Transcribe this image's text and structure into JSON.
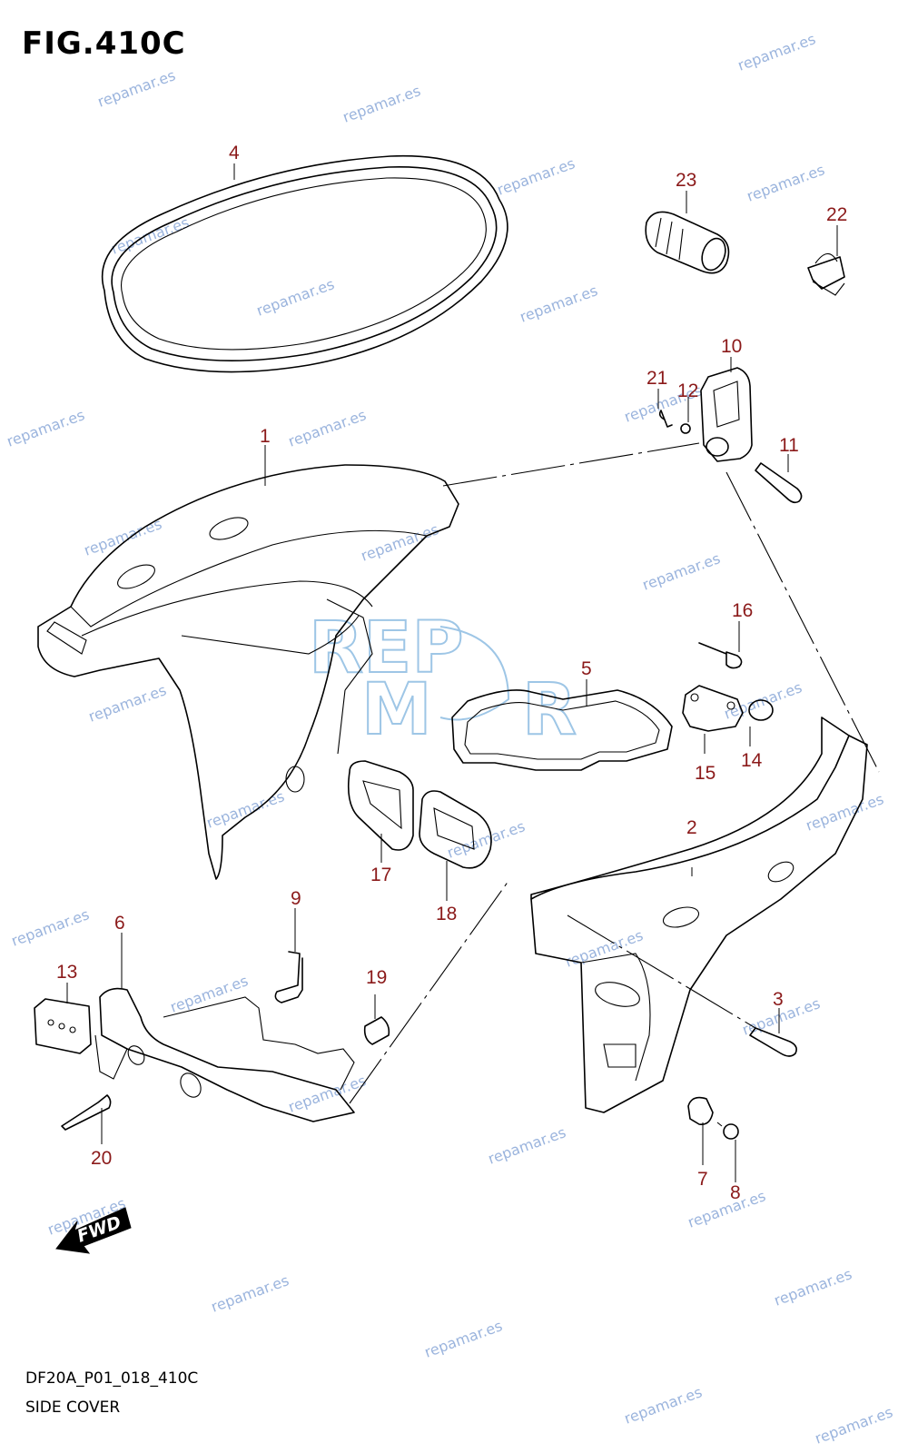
{
  "figure": {
    "title": "FIG.410C",
    "drawing_code": "DF20A_P01_018_410C",
    "section_name": "SIDE COVER"
  },
  "watermark": {
    "text": "repamar.es",
    "logo_parts": [
      "REP",
      "M",
      "R"
    ]
  },
  "fwd_label": "FWD",
  "callouts": {
    "c1": "1",
    "c2": "2",
    "c3": "3",
    "c4": "4",
    "c5": "5",
    "c6": "6",
    "c7": "7",
    "c8": "8",
    "c9": "9",
    "c10": "10",
    "c11": "11",
    "c12": "12",
    "c13": "13",
    "c14": "14",
    "c15": "15",
    "c16": "16",
    "c17": "17",
    "c18": "18",
    "c19": "19",
    "c20": "20",
    "c21": "21",
    "c22": "22",
    "c23": "23"
  },
  "colors": {
    "callout": "#8b1a1a",
    "watermark": "#8aa8d8",
    "line": "#000000"
  }
}
